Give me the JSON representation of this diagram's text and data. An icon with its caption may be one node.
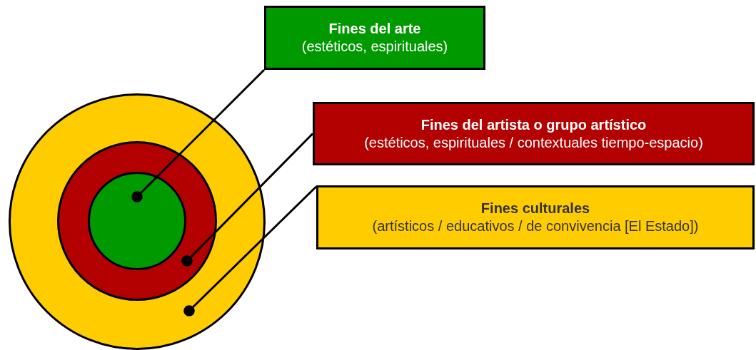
{
  "diagram": {
    "nodes": [
      {
        "text": [
          "Fines del arte",
          "(estéticos, espirituales)"
        ]
      },
      {
        "text": [
          "Fines del artista o grupo artístico",
          "(estéticos, espirituales / contextuales tiempo-espacio)"
        ]
      },
      {
        "text": [
          "Fines culturales",
          "(artísticos / educativos / de convivencia [El Estado])"
        ]
      },
      {
        "text": [],
        "shape": "circle"
      },
      {
        "text": [],
        "shape": "circle",
        "in": 3
      },
      {
        "text": [],
        "shape": "circle",
        "in": 4
      }
    ],
    "edges": [
      {
        "from": 0,
        "to": 5,
        "arrow": "other"
      },
      {
        "from": 1,
        "to": 4,
        "arrow": "other"
      },
      {
        "from": 2,
        "to": 3,
        "arrow": "other"
      }
    ]
  }
}
